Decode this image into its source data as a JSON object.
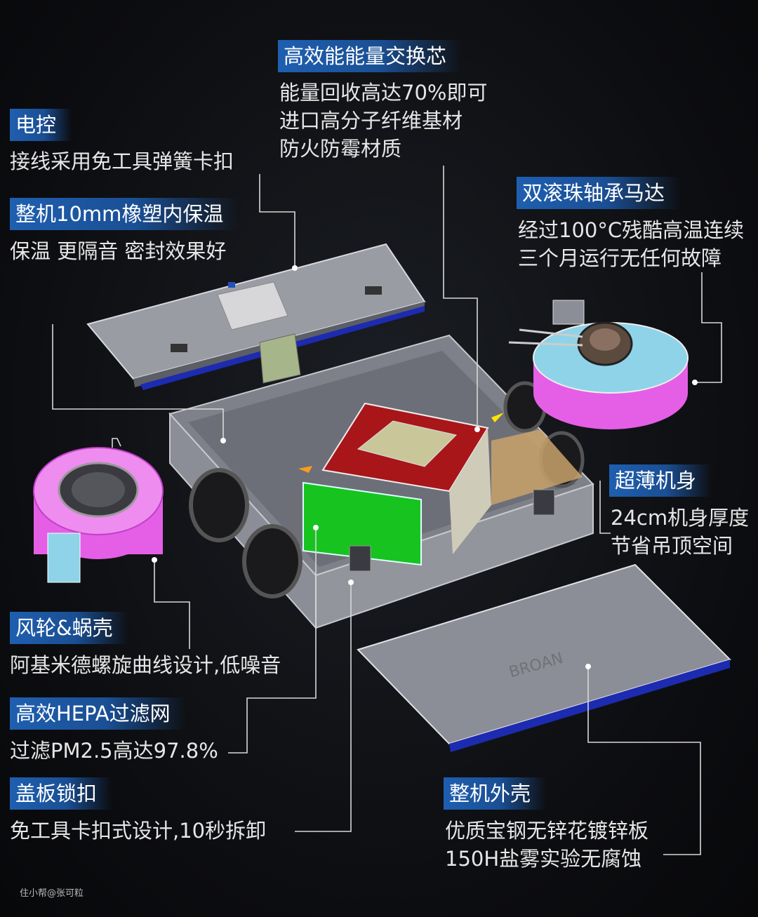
{
  "features": {
    "core": {
      "title": "高效能能量交换芯",
      "lines": [
        "能量回收高达70%即可",
        "进口高分子纤维基材",
        "防火防霉材质"
      ]
    },
    "control": {
      "title": "电控",
      "lines": [
        "接线采用免工具弹簧卡扣"
      ]
    },
    "insulation": {
      "title": "整机10mm橡塑内保温",
      "lines": [
        "保温 更隔音 密封效果好"
      ]
    },
    "motor": {
      "title": "双滚珠轴承马达",
      "lines": [
        "经过100°C残酷高温连续",
        "三个月运行无任何故障"
      ]
    },
    "thin": {
      "title": "超薄机身",
      "lines": [
        "24cm机身厚度",
        "节省吊顶空间"
      ]
    },
    "fan": {
      "title": "风轮&蜗壳",
      "lines": [
        "阿基米德螺旋曲线设计,低噪音"
      ]
    },
    "hepa": {
      "title": "高效HEPA过滤网",
      "lines": [
        "过滤PM2.5高达97.8%"
      ]
    },
    "lock": {
      "title": "盖板锁扣",
      "lines": [
        "免工具卡扣式设计,10秒拆卸"
      ]
    },
    "shell": {
      "title": "整机外壳",
      "lines": [
        "优质宝钢无锌花镀锌板",
        "150H盐雾实验无腐蚀"
      ]
    }
  },
  "product": {
    "brand_mark": "BROAN"
  },
  "watermark": "住小帮@张可粒",
  "colors": {
    "tag_blue": "#1f5fb0",
    "heat_core_red": "#a8161a",
    "filter_green": "#17c31f",
    "fan_magenta": "#e45fe6",
    "fan_cyan": "#8fd3e8",
    "casing_gray": "#8c8e97"
  }
}
